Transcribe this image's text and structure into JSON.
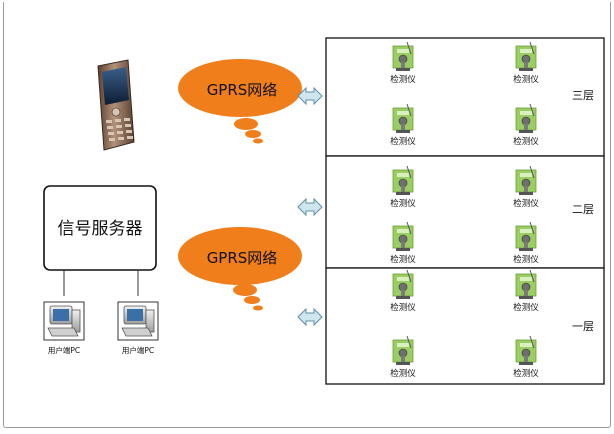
{
  "diagram": {
    "cloud_label": "GPRS网络",
    "server_label": "信号服务器",
    "pc_label": "用户端PC",
    "detector_label": "检测仪",
    "floors": [
      "三层",
      "二层",
      "一层"
    ]
  },
  "colors": {
    "cloud": "#f07e1b",
    "arrow_fill": "#cfe6ee",
    "arrow_stroke": "#5c90a6",
    "box_stroke": "#222222",
    "detector_green": "#86bf4f",
    "phone_body": "#8a6a52"
  },
  "icons": [
    "mobile-phone-icon",
    "arrow-both-icon",
    "monitor-pc-icon",
    "gas-detector-icon"
  ]
}
